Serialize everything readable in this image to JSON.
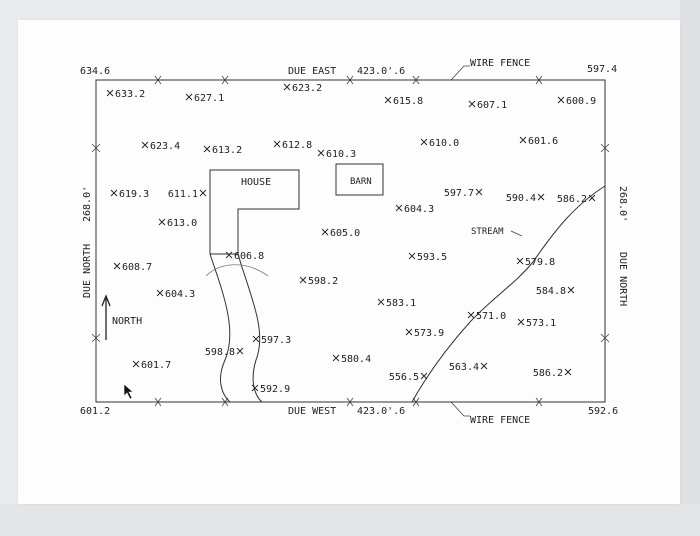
{
  "corners": {
    "top_left": "634.6",
    "top_right": "597.4",
    "bottom_left": "601.2",
    "bottom_right": "592.6"
  },
  "boundaries": {
    "top": {
      "label": "DUE EAST",
      "distance": "423.0'.6"
    },
    "bottom": {
      "label": "DUE WEST",
      "distance": "423.0'.6"
    },
    "left": {
      "label": "DUE NORTH",
      "distance": "268.0'"
    },
    "right": {
      "label": "DUE NORTH",
      "distance": "268.0'"
    }
  },
  "fence_labels": {
    "top": "WIRE FENCE",
    "bottom": "WIRE FENCE"
  },
  "features": {
    "house": "HOUSE",
    "barn": "BARN",
    "stream": "STREAM",
    "north": "NORTH"
  },
  "elevations": [
    "633.2",
    "627.1",
    "623.2",
    "615.8",
    "607.1",
    "600.9",
    "623.4",
    "613.2",
    "612.8",
    "610.3",
    "610.0",
    "601.6",
    "619.3",
    "611.1",
    "604.3",
    "597.7",
    "590.4",
    "586.2",
    "613.0",
    "605.0",
    "606.8",
    "593.5",
    "579.8",
    "608.7",
    "598.2",
    "604.3",
    "583.1",
    "584.8",
    "571.0",
    "573.1",
    "573.9",
    "597.3",
    "601.7",
    "598.8",
    "580.4",
    "556.5",
    "563.4",
    "586.2",
    "592.9"
  ],
  "colors": {
    "ink": "#222222",
    "paper": "#fdfdfd"
  }
}
